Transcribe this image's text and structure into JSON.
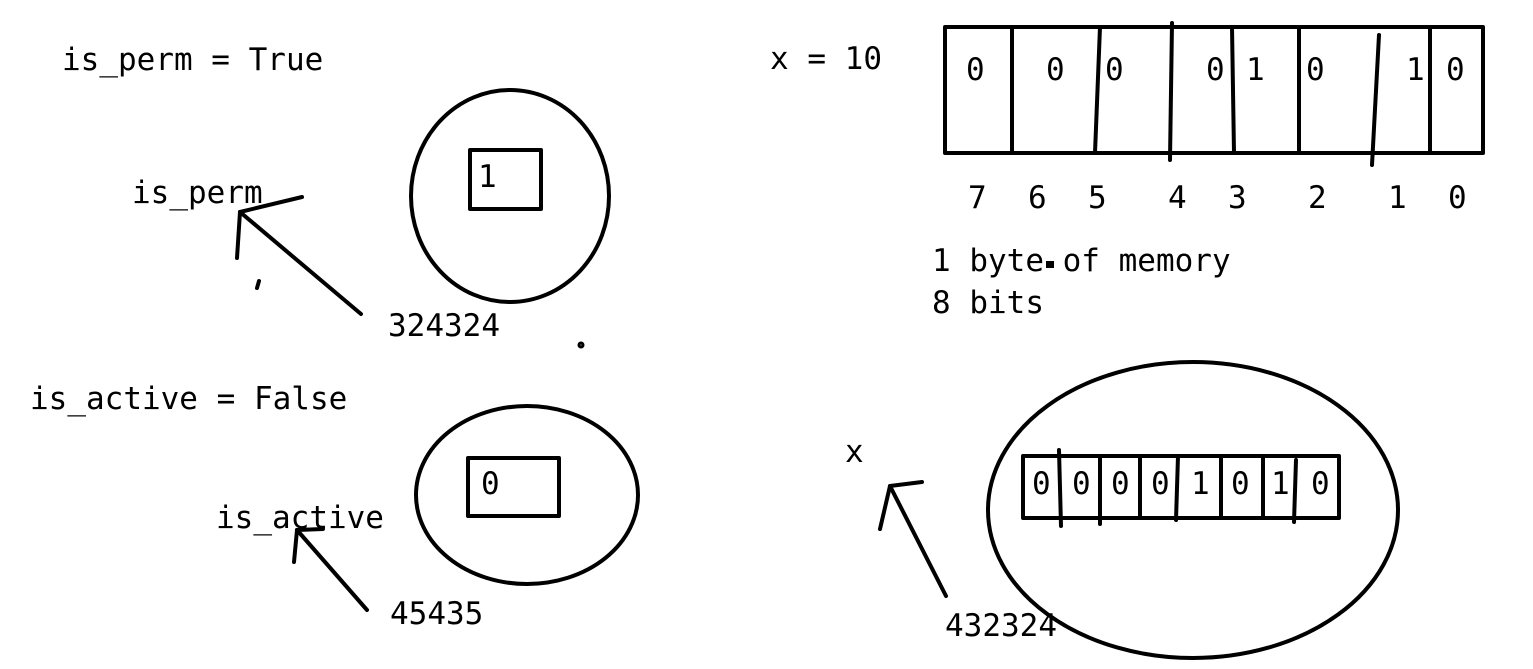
{
  "colors": {
    "ink": "#000000",
    "background": "#ffffff"
  },
  "is_perm": {
    "assignment": "is_perm = True",
    "name_label": "is_perm",
    "address": "324324",
    "object_value": "1"
  },
  "is_active": {
    "assignment": "is_active = False",
    "name_label": "is_active",
    "address": "45435",
    "object_value": "0"
  },
  "x_var": {
    "assignment": "x = 10",
    "name_label": "x",
    "address": "432324",
    "byte_bits": [
      "0",
      "0",
      "0",
      "0",
      "1",
      "0",
      "1",
      "0"
    ],
    "bit_positions": [
      "7",
      "6",
      "5",
      "4",
      "3",
      "2",
      "1",
      "0"
    ],
    "memory_note_line1": "1 byte of memory",
    "memory_note_line2": "8 bits",
    "object_bits": [
      "0",
      "0",
      "0",
      "0",
      "1",
      "0",
      "1",
      "0"
    ]
  }
}
